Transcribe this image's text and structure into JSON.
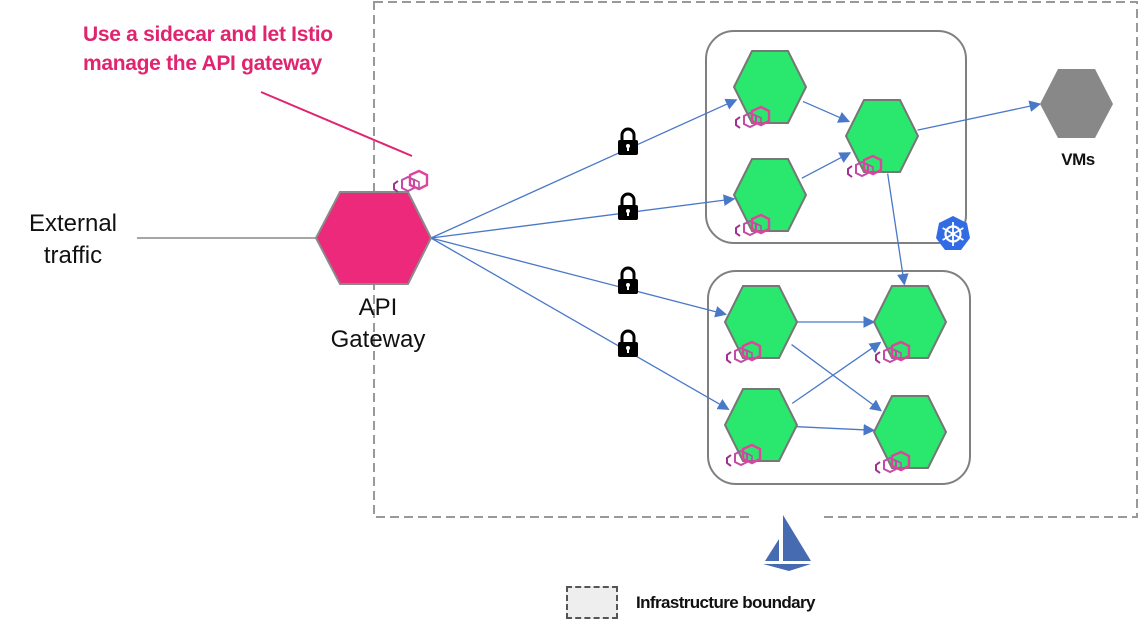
{
  "annotation": {
    "lines": [
      "Use a sidecar and let Istio",
      "manage the API gateway"
    ],
    "color": "#e0246f"
  },
  "external": {
    "label_lines": [
      "External",
      "traffic"
    ]
  },
  "gateway": {
    "label_lines": [
      "API",
      "Gateway"
    ],
    "color": "#ec297b"
  },
  "vms": {
    "label": "VMs",
    "color": "#888888"
  },
  "legend": {
    "label": "Infrastructure boundary"
  },
  "colors": {
    "service": "#2ae86d",
    "service_stroke": "#777777",
    "edge": "#4a78c8",
    "cluster_stroke": "#808080",
    "boundary": "#999999",
    "sidecar": "#d63d9a",
    "kubernetes": "#326ce5",
    "istio": "#466bb0"
  },
  "nodes": [
    {
      "id": "svc-a1",
      "cluster": "kubernetes"
    },
    {
      "id": "svc-a2",
      "cluster": "kubernetes"
    },
    {
      "id": "svc-a3",
      "cluster": "kubernetes"
    },
    {
      "id": "svc-b1",
      "cluster": "second"
    },
    {
      "id": "svc-b2",
      "cluster": "second"
    },
    {
      "id": "svc-b3",
      "cluster": "second"
    },
    {
      "id": "svc-b4",
      "cluster": "second"
    }
  ],
  "edges": [
    {
      "from": "gateway",
      "to": "svc-a1",
      "secured": true
    },
    {
      "from": "gateway",
      "to": "svc-a2",
      "secured": true
    },
    {
      "from": "gateway",
      "to": "svc-b1",
      "secured": true
    },
    {
      "from": "gateway",
      "to": "svc-b2",
      "secured": true
    },
    {
      "from": "svc-a1",
      "to": "svc-a3",
      "secured": false
    },
    {
      "from": "svc-a2",
      "to": "svc-a3",
      "secured": false
    },
    {
      "from": "svc-a3",
      "to": "vms",
      "secured": false
    },
    {
      "from": "svc-a3",
      "to": "svc-b3",
      "secured": false
    },
    {
      "from": "svc-b1",
      "to": "svc-b3",
      "secured": false
    },
    {
      "from": "svc-b1",
      "to": "svc-b4",
      "secured": false
    },
    {
      "from": "svc-b2",
      "to": "svc-b3",
      "secured": false
    },
    {
      "from": "svc-b2",
      "to": "svc-b4",
      "secured": false
    },
    {
      "from": "external",
      "to": "gateway",
      "secured": false
    }
  ],
  "icons": {
    "lock": "lock-icon",
    "sidecar": "envoy-sidecar-icon",
    "kubernetes": "kubernetes-logo-icon",
    "istio": "istio-logo-icon"
  }
}
